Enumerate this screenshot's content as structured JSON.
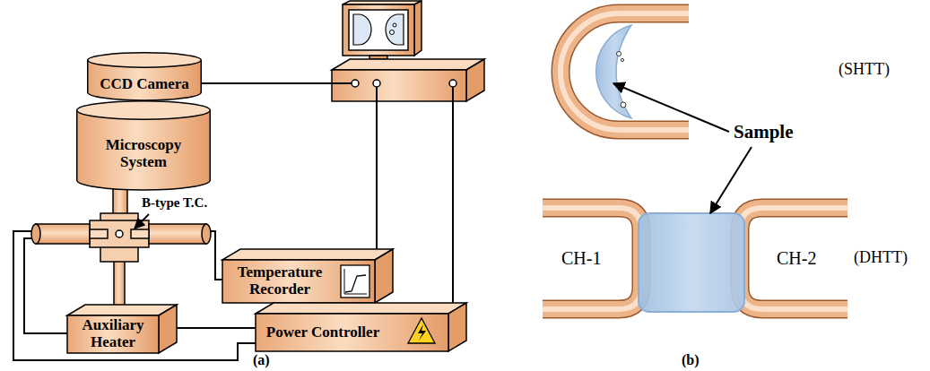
{
  "diagram": {
    "nodes": [
      {
        "text": [
          "CCD Camera"
        ]
      },
      {
        "text": [
          "Microscopy System"
        ]
      },
      {
        "text": [
          "Temperature Recorder"
        ]
      },
      {
        "text": [
          "Auxiliary Heater"
        ]
      },
      {
        "text": [
          "Power Controller"
        ]
      }
    ],
    "labels": [
      "B-type T.C.",
      "(a)",
      "Sample",
      "(SHTT)",
      "CH-1",
      "CH-2",
      "(DHTT)",
      "(b)"
    ]
  }
}
